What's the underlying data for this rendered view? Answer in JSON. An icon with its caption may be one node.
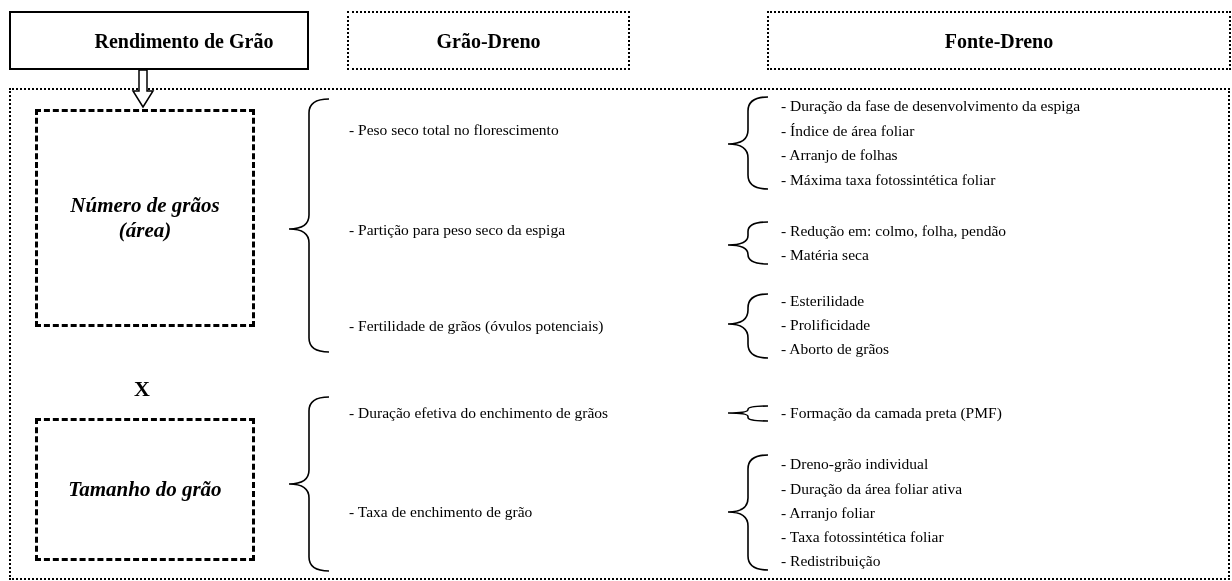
{
  "diagram": {
    "nodes": [
      {
        "text": [
          "Rendimento de Grão"
        ]
      },
      {
        "text": [
          "Grão-Dreno"
        ]
      },
      {
        "text": [
          "Fonte-Dreno"
        ]
      },
      {
        "text": [],
        "shape": "box"
      },
      {
        "text": [
          "Número de grãos (área)"
        ],
        "in": 3
      },
      {
        "text": [
          "Tamanho do grão"
        ],
        "in": 3
      }
    ],
    "edges": [
      {
        "from": 0,
        "to": 4,
        "arrow": "to"
      }
    ],
    "labels": [
      "- Peso seco total no florescimento",
      "- Duração da fase de desenvolvimento da espiga",
      "- Índice de área foliar",
      "- Arranjo de folhas",
      "- Máxima taxa fotossintética foliar",
      "- Partição para peso seco da espiga",
      "- Redução em: colmo, folha, pendão",
      "- Matéria seca",
      "- Fertilidade de grãos (óvulos potenciais)",
      "- Esterilidade",
      "- Prolificidade",
      "- Aborto de grãos",
      "X",
      "- Duração efetiva do enchimento de grãos",
      "- Formação da camada preta (PMF)",
      "- Taxa de enchimento de grão",
      "- Dreno-grão individual",
      "- Duração da área foliar ativa",
      "- Arranjo foliar",
      "- Taxa fotossintética foliar",
      "- Redistribuição"
    ]
  }
}
